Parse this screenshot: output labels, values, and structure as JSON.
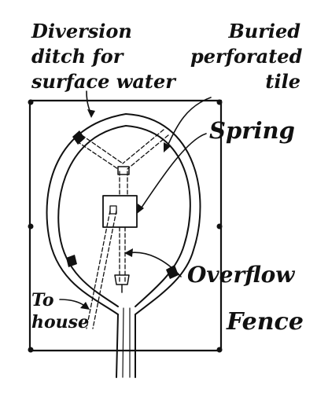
{
  "labels": {
    "diversion_ditch": [
      "Diversion",
      "ditch for",
      "surface water"
    ],
    "buried_tile": [
      "Buried",
      "perforated",
      "tile"
    ],
    "spring": "Spring",
    "overflow": "Overflow",
    "to_house": [
      "To",
      "house"
    ],
    "fence": "Fence"
  },
  "colors": {
    "ink": "#111111",
    "paper": "#ffffff"
  }
}
